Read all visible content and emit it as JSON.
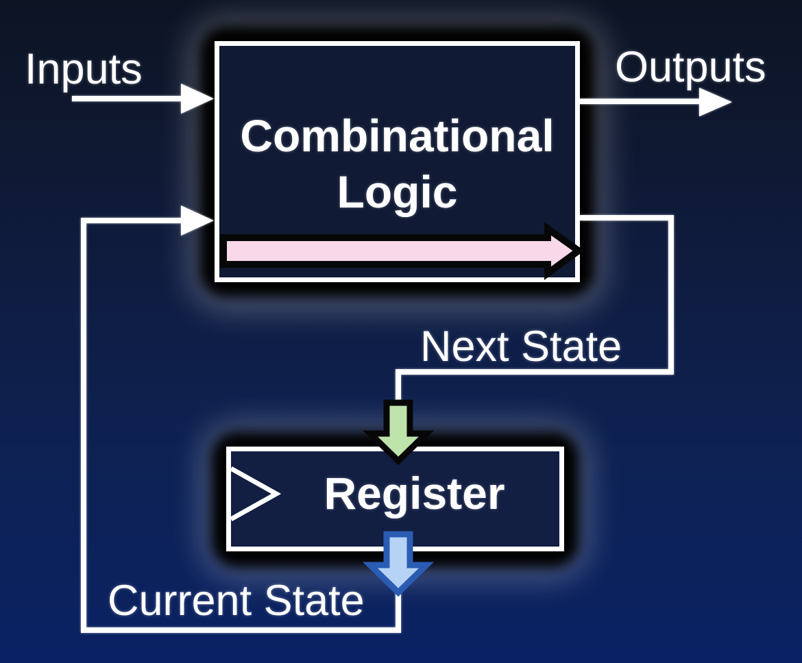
{
  "diagram": {
    "nodes": {
      "combinational_logic": {
        "label_line1": "Combinational",
        "label_line2": "Logic"
      },
      "register": {
        "label": "Register"
      }
    },
    "edge_labels": {
      "inputs": "Inputs",
      "outputs": "Outputs",
      "next_state": "Next State",
      "current_state": "Current State"
    },
    "icons": {
      "clock_input": "clock-edge-triangle-icon",
      "pink_arrow": "combinational-flow-arrow-icon",
      "green_arrow": "next-state-down-arrow-icon",
      "blue_arrow": "current-state-down-arrow-icon"
    },
    "colors": {
      "background_top": "#0d1424",
      "background_bottom": "#0a2264",
      "node_fill_combinational": "#101a34",
      "node_fill_register": "#121e42",
      "wire": "#ffffff",
      "pink_arrow_fill": "#f8d8e9",
      "pink_arrow_stroke": "#070707",
      "green_arrow_fill": "#bee3ab",
      "green_arrow_stroke": "#070707",
      "blue_arrow_fill": "#b6d3f5",
      "blue_arrow_stroke": "#2b5cb4"
    }
  }
}
